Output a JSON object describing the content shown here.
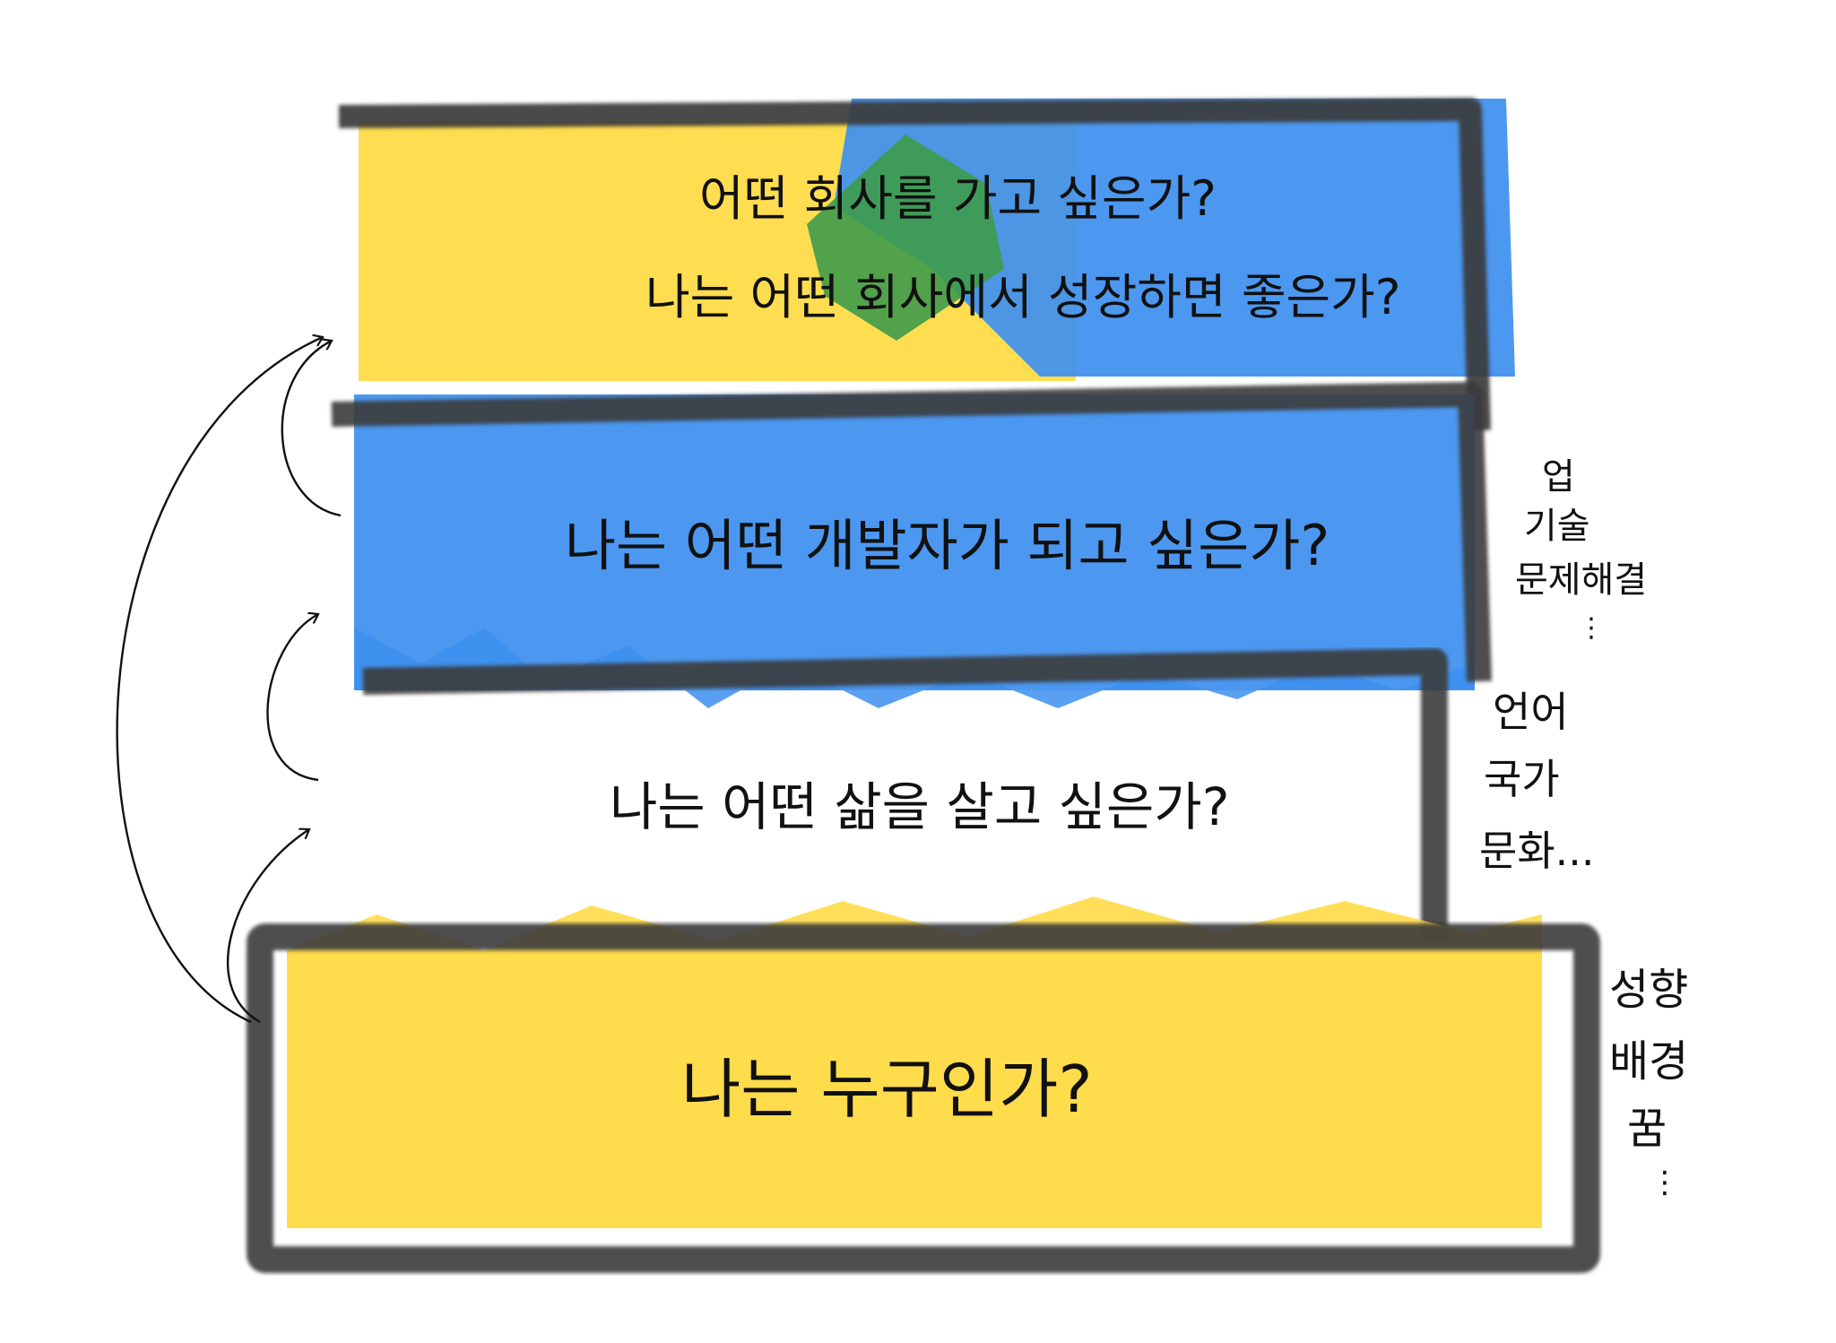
{
  "colors": {
    "yellow": "#FFD93D",
    "blue": "#3D8FF0",
    "green": "#3E9B4A",
    "frame": "#3a3a3a",
    "ink": "#111111"
  },
  "levels": {
    "company": {
      "line1": "어떤 회사를 가고 싶은가?",
      "line2": "나는 어떤 회사에서 성장하면 좋은가?"
    },
    "developer": {
      "label": "나는 어떤 개발자가 되고 싶은가?"
    },
    "life": {
      "label": "나는 어떤 삶을 살고 싶은가?"
    },
    "self": {
      "label": "나는 누구인가?"
    }
  },
  "side_notes": {
    "developer": [
      "업",
      "기술",
      "문제해결",
      "⋮"
    ],
    "life": [
      "언어",
      "국가",
      "문화..."
    ],
    "self": [
      "성향",
      "배경",
      "꿈",
      "⋮"
    ]
  }
}
